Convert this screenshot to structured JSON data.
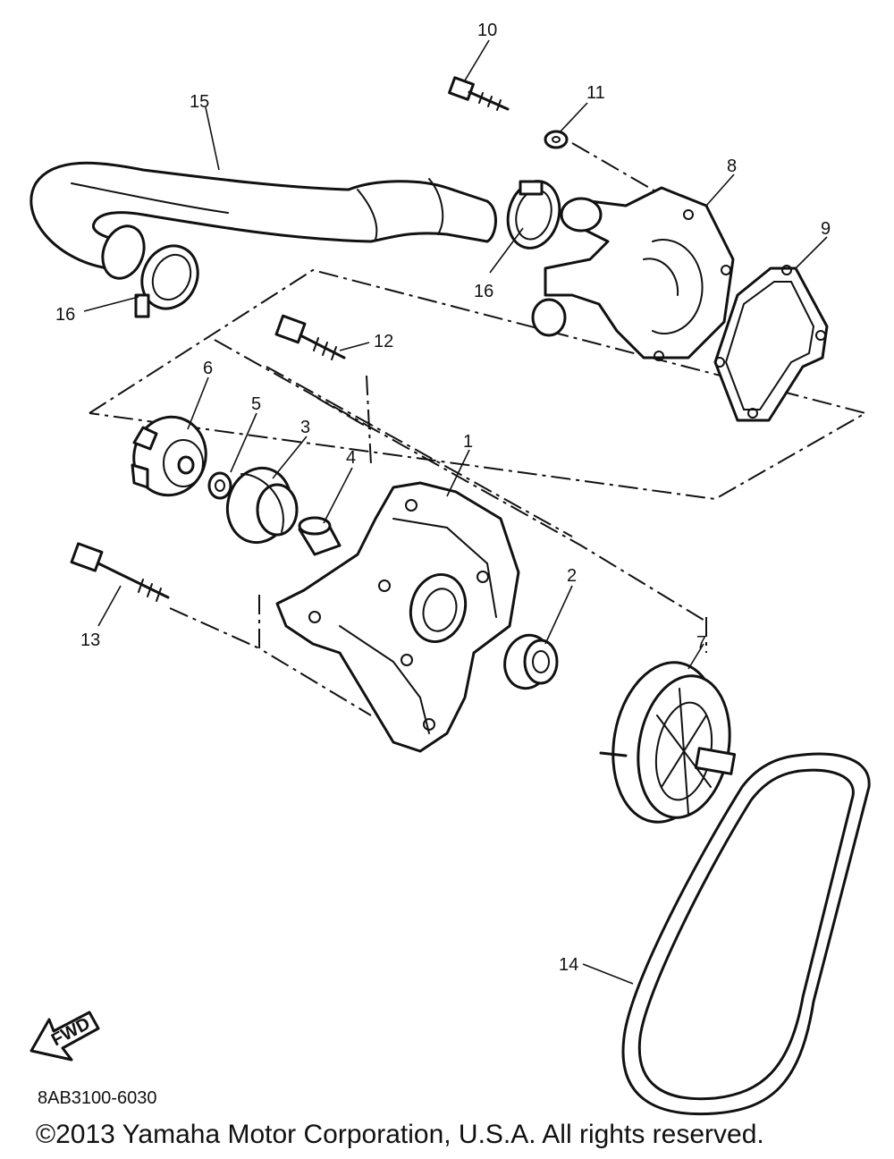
{
  "diagram": {
    "callouts": [
      "1",
      "2",
      "3",
      "4",
      "5",
      "6",
      "7",
      "8",
      "9",
      "10",
      "11",
      "12",
      "13",
      "14",
      "15",
      "16",
      "16"
    ],
    "fwd_label": "FWD"
  },
  "footer": {
    "drawing_code": "8AB3100-6030",
    "copyright": "©2013 Yamaha Motor Corporation, U.S.A. All rights reserved."
  }
}
